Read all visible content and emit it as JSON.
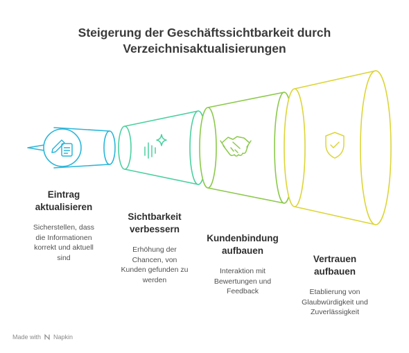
{
  "title": {
    "line1": "Steigerung der Geschäftssichtbarkeit durch",
    "line2": "Verzeichnisaktualisierungen"
  },
  "steps": [
    {
      "head": [
        "Eintrag",
        "aktualisieren"
      ],
      "desc": [
        "Sicherstellen, dass",
        "die Informationen",
        "korrekt und aktuell",
        "sind"
      ],
      "color": "#29b5d9",
      "icon": "edit-document-icon"
    },
    {
      "head": [
        "Sichtbarkeit",
        "verbessern"
      ],
      "desc": [
        "Erhöhung der",
        "Chancen, von",
        "Kunden gefunden zu",
        "werden"
      ],
      "color": "#49d09f",
      "icon": "sparkle-signal-icon"
    },
    {
      "head": [
        "Kundenbindung",
        "aufbauen"
      ],
      "desc": [
        "Interaktion mit",
        "Bewertungen und",
        "Feedback"
      ],
      "color": "#8bc94a",
      "icon": "handshake-icon"
    },
    {
      "head": [
        "Vertrauen",
        "aufbauen"
      ],
      "desc": [
        "Etablierung von",
        "Glaubwürdigkeit und",
        "Zuverlässigkeit"
      ],
      "color": "#dcd536",
      "icon": "shield-check-icon"
    }
  ],
  "footer": {
    "made_with": "Made with",
    "brand": "Napkin"
  }
}
